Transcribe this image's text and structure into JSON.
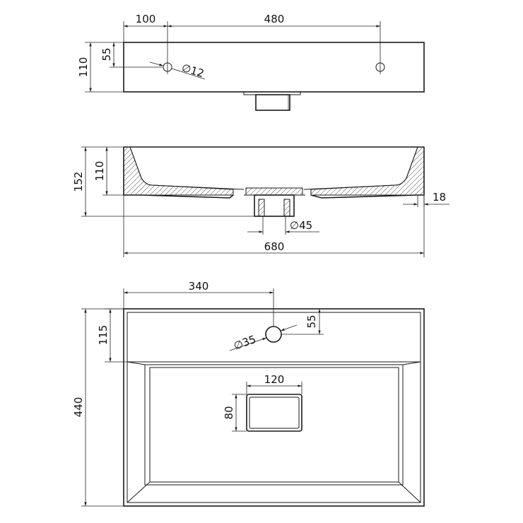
{
  "top_view": {
    "tap_offset": "100",
    "tap_spacing": "480",
    "depth": "110",
    "hole_offset": "55",
    "hole_diameter": "∅12"
  },
  "section_view": {
    "total_height": "152",
    "bowl_height": "110",
    "wall_thickness": "18",
    "drain_diameter": "∅45",
    "overall_width": "680"
  },
  "plan_view": {
    "tap_hole_offset": "340",
    "tap_hole_diameter": "∅35",
    "tap_hole_inset": "55",
    "deck_depth": "115",
    "overall_depth": "440",
    "drain_width": "120",
    "drain_height": "80"
  }
}
